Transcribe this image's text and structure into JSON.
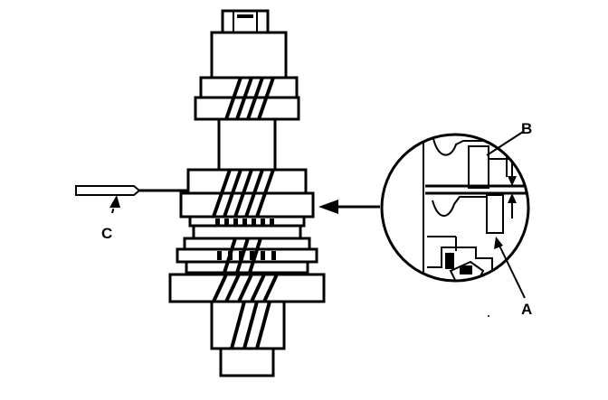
{
  "diagram": {
    "labels": {
      "a": "A",
      "b": "B",
      "c": "C"
    },
    "ink_color": "#000000",
    "background_color": "#ffffff"
  }
}
